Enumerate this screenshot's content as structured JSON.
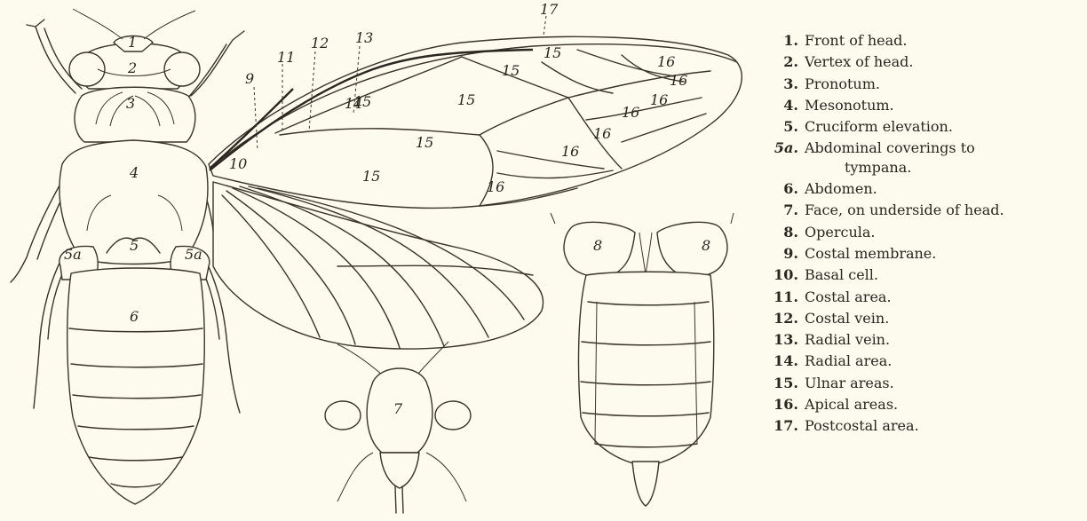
{
  "figure": {
    "part_labels": [
      "1",
      "2",
      "3",
      "4",
      "5",
      "5a",
      "5a",
      "6",
      "7",
      "8",
      "8",
      "9",
      "10",
      "11",
      "12",
      "13",
      "14",
      "15",
      "15",
      "15",
      "15",
      "15",
      "15",
      "16",
      "16",
      "16",
      "16",
      "16",
      "16",
      "16",
      "17"
    ]
  },
  "legend": [
    {
      "num": "1.",
      "text": "Front of head."
    },
    {
      "num": "2.",
      "text": "Vertex of head."
    },
    {
      "num": "3.",
      "text": "Pronotum."
    },
    {
      "num": "4.",
      "text": "Mesonotum."
    },
    {
      "num": "5.",
      "text": "Cruciform elevation."
    },
    {
      "num": "5a.",
      "text": "Abdominal coverings to",
      "text2": "tympana."
    },
    {
      "num": "6.",
      "text": "Abdomen."
    },
    {
      "num": "7.",
      "text": "Face, on underside of head."
    },
    {
      "num": "8.",
      "text": "Opercula."
    },
    {
      "num": "9.",
      "text": "Costal membrane."
    },
    {
      "num": "10.",
      "text": "Basal cell."
    },
    {
      "num": "11.",
      "text": "Costal area."
    },
    {
      "num": "12.",
      "text": "Costal vein."
    },
    {
      "num": "13.",
      "text": "Radial vein."
    },
    {
      "num": "14.",
      "text": "Radial area."
    },
    {
      "num": "15.",
      "text": "Ulnar areas."
    },
    {
      "num": "16.",
      "text": "Apical areas."
    },
    {
      "num": "17.",
      "text": "Postcostal area."
    }
  ]
}
